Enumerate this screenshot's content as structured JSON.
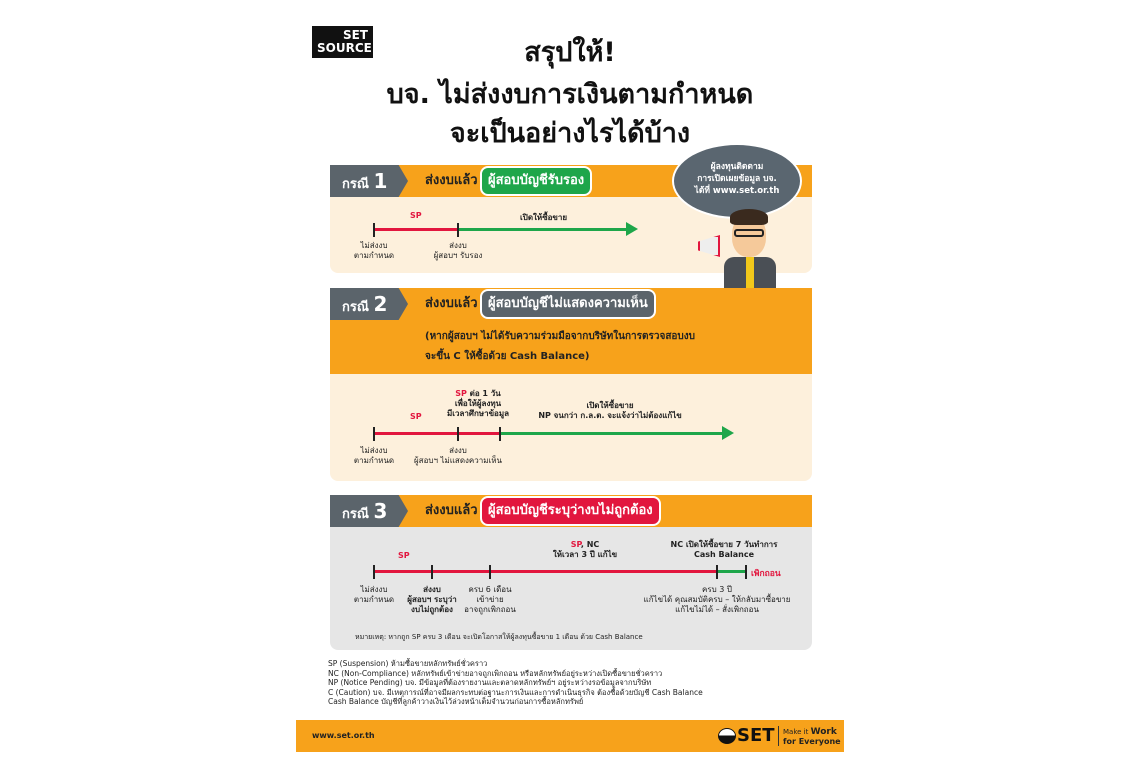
{
  "logo": {
    "line1": "SET",
    "line2": "SOURCE"
  },
  "title": [
    "สรุปให้!",
    "บจ. ไม่ส่งงบการเงินตามกำหนด",
    "จะเป็นอย่างไรได้บ้าง"
  ],
  "bubble": [
    "ผู้ลงทุนติดตาม",
    "การเปิดเผยข้อมูล บจ.",
    "ได้ที่ www.set.or.th"
  ],
  "case1": {
    "tab": "กรณี",
    "num": "1",
    "sent": "ส่งงบแล้ว",
    "pill": "ผู้สอบบัญชีรับรอง",
    "sp": "SP",
    "open": "เปิดให้ซื้อขาย",
    "labels": [
      [
        "ไม่ส่งงบ",
        "ตามกำหนด"
      ],
      [
        "ส่งงบ",
        "ผู้สอบฯ รับรอง"
      ]
    ]
  },
  "case2": {
    "tab": "กรณี",
    "num": "2",
    "sent": "ส่งงบแล้ว",
    "pill": "ผู้สอบบัญชีไม่แสดงความเห็น",
    "desc": [
      "(หากผู้สอบฯ ไม่ได้รับความร่วมมือจากบริษัทในการตรวจสอบงบ",
      "จะขึ้น C ให้ซื้อด้วย Cash Balance)"
    ],
    "sp": "SP",
    "sp_ext": {
      "sp": "SP",
      "rest": " ต่อ 1 วัน",
      "l2": "เพื่อให้ผู้ลงทุน",
      "l3": "มีเวลาศึกษาข้อมูล"
    },
    "open": [
      "เปิดให้ซื้อขาย",
      "NP จนกว่า ก.ล.ต. จะแจ้งว่าไม่ต้องแก้ไข"
    ],
    "labels": [
      [
        "ไม่ส่งงบ",
        "ตามกำหนด"
      ],
      [
        "ส่งงบ",
        "ผู้สอบฯ ไม่แสดงความเห็น"
      ]
    ]
  },
  "case3": {
    "tab": "กรณี",
    "num": "3",
    "sent": "ส่งงบแล้ว",
    "pill": "ผู้สอบบัญชีระบุว่างบไม่ถูกต้อง",
    "sp": "SP",
    "spnc": {
      "sp": "SP",
      "rest": ", NC",
      "l2": "ให้เวลา 3 ปี แก้ไข"
    },
    "nc": [
      "NC เปิดให้ซื้อขาย 7 วันทำการ",
      "Cash Balance"
    ],
    "delist": "เพิกถอน",
    "labels": [
      [
        "ไม่ส่งงบ",
        "ตามกำหนด"
      ],
      [
        "ส่งงบ",
        "ผู้สอบฯ ระบุว่า",
        "งบไม่ถูกต้อง"
      ],
      [
        "ครบ 6 เดือน",
        "เข้าข่าย",
        "อาจถูกเพิกถอน"
      ],
      [
        "ครบ 3 ปี",
        "แก้ไขได้ คุณสมบัติครบ – ให้กลับมาซื้อขาย",
        "แก้ไขไม่ได้ – สั่งเพิกถอน"
      ]
    ],
    "remark": "หมายเหตุ: หากถูก SP ครบ 3 เดือน จะเปิดโอกาสให้ผู้ลงทุนซื้อขาย 1 เดือน ด้วย Cash Balance"
  },
  "notes": [
    "SP (Suspension) ห้ามซื้อขายหลักทรัพย์ชั่วคราว",
    "NC (Non-Compliance) หลักทรัพย์เข้าข่ายอาจถูกเพิกถอน หรือหลักทรัพย์อยู่ระหว่างเปิดซื้อขายชั่วคราว",
    "NP (Notice Pending) บจ. มีข้อมูลที่ต้องรายงานและตลาดหลักทรัพย์ฯ อยู่ระหว่างรอข้อมูลจากบริษัท",
    "C (Caution) บจ. มีเหตุการณ์ที่อาจมีผลกระทบต่อฐานะการเงินและการดำเนินธุรกิจ ต้องซื้อด้วยบัญชี Cash Balance",
    "Cash Balance บัญชีที่ลูกค้าวางเงินไว้ล่วงหน้าเต็มจำนวนก่อนการซื้อหลักทรัพย์"
  ],
  "footer": {
    "url": "www.set.or.th",
    "brand": "SET",
    "tag1": "Make it",
    "tag1b": "Work",
    "tag2": "for Everyone"
  },
  "colors": {
    "orange": "#f7a21b",
    "grey": "#5b646b",
    "green": "#1ea64a",
    "red": "#e2163e",
    "beige": "#fdf0dc"
  }
}
